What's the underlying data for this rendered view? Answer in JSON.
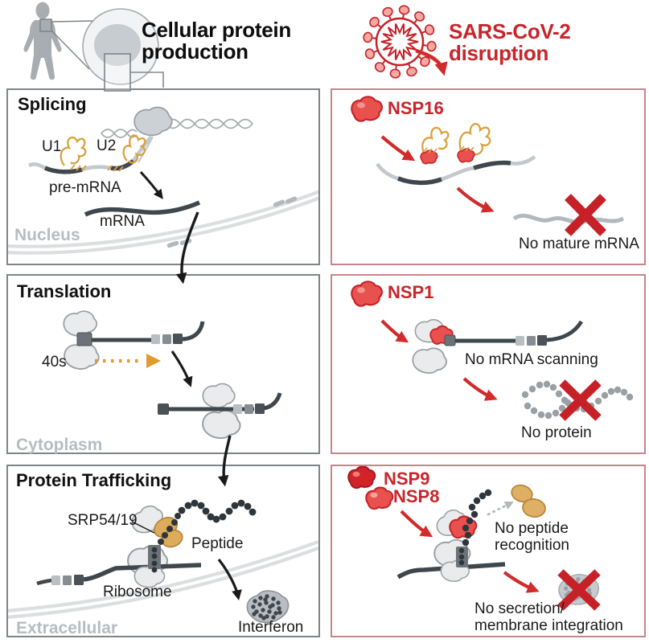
{
  "header": {
    "left_title": "Cellular protein\nproduction",
    "right_title": "SARS-CoV-2\ndisruption"
  },
  "splicing": {
    "title": "Splicing",
    "u1": "U1",
    "u2": "U2",
    "pre_mrna": "pre-mRNA",
    "mrna": "mRNA",
    "region": "Nucleus"
  },
  "nsp16": {
    "name": "NSP16",
    "result": "No mature mRNA"
  },
  "translation": {
    "title": "Translation",
    "small_subunit": "40s",
    "region": "Cytoplasm"
  },
  "nsp1": {
    "name": "NSP1",
    "effect": "No mRNA scanning",
    "result": "No protein"
  },
  "trafficking": {
    "title": "Protein Trafficking",
    "srp": "SRP54/19",
    "peptide": "Peptide",
    "ribosome": "Ribosome",
    "interferon": "Interferon",
    "region": "Extracellular"
  },
  "nsp9_nsp8": {
    "name_1": "NSP9",
    "name_2": "NSP8",
    "effect": "No peptide\nrecognition",
    "result": "No secretion/\nmembrane integration"
  },
  "colors": {
    "accent_red": "#c8252b",
    "blob_red": "#e8514e",
    "dark_blob_red": "#d3222a",
    "orange": "#d9a13f",
    "tan": "#ddb065",
    "ink": "#3f474d",
    "muted_gray": "#b3b8bd",
    "left_panel_border": "#7f8488",
    "right_panel_border": "#c5858a"
  }
}
